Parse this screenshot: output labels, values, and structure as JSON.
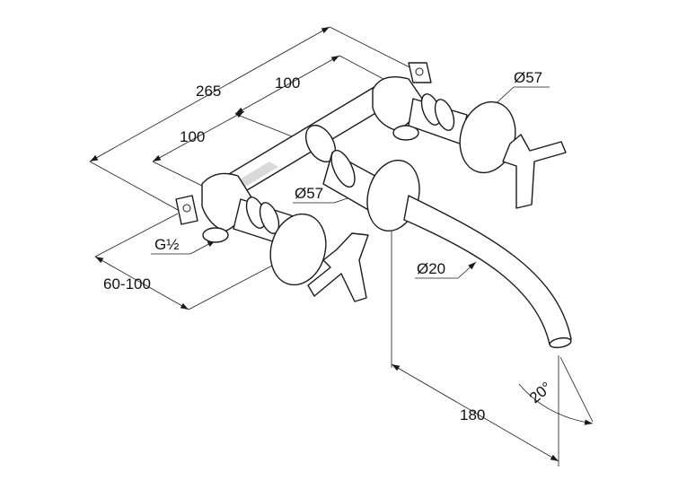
{
  "labels": {
    "width_total": "265",
    "spacing_rear": "100",
    "spacing_front": "100",
    "handle_diameter_right": "Ø57",
    "handle_diameter_left": "Ø57",
    "thread": "G½",
    "wall_depth": "60-100",
    "spout_diameter": "Ø20",
    "spout_reach": "180",
    "spout_angle": "20°"
  },
  "colors": {
    "line": "#1a1a1a",
    "background": "#ffffff"
  }
}
